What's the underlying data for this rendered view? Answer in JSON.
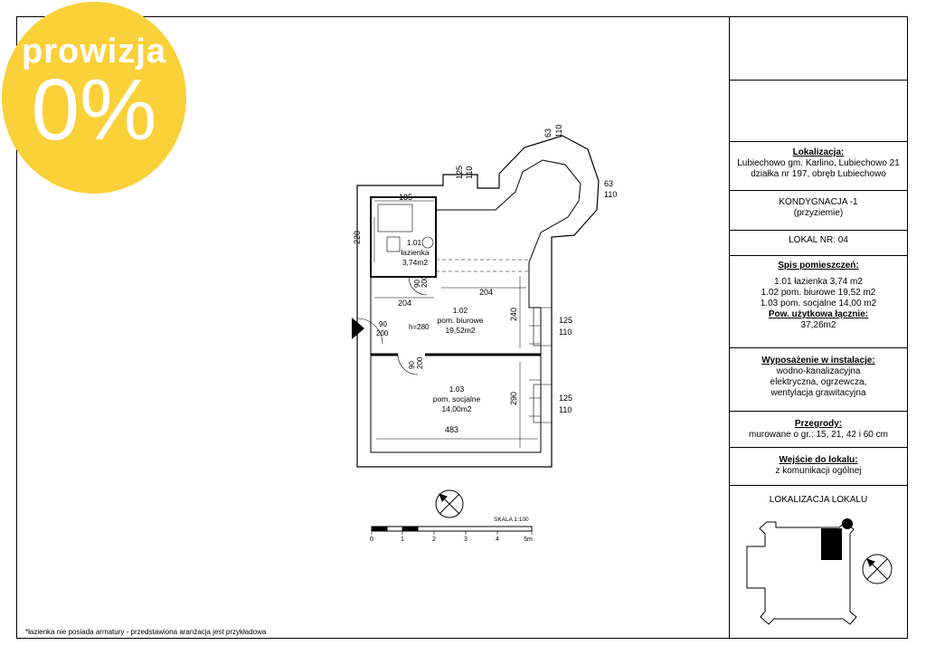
{
  "badge": {
    "line1": "prowizja",
    "line2": "0%"
  },
  "rooms": [
    {
      "id": "1.01",
      "name": "łazienka",
      "area": "3,74m2"
    },
    {
      "id": "1.02",
      "name": "pom. biurowe",
      "area": "19,52m2"
    },
    {
      "id": "1.03",
      "name": "pom. socjalne",
      "area": "14,00m2"
    }
  ],
  "plan": {
    "height": "h=280",
    "dims": {
      "d185": "185",
      "d220": "220",
      "d204a": "204",
      "d204b": "204",
      "d240": "240",
      "d290": "290",
      "d483": "483",
      "d125a": "125",
      "d110a": "110",
      "d63a": "63",
      "d110b": "110",
      "d63b": "63",
      "d110c": "110",
      "d125b": "125",
      "d110d": "110",
      "d125c": "125",
      "d110e": "110"
    },
    "doors": [
      {
        "w": "90",
        "h": "200"
      },
      {
        "w": "90",
        "h": "200"
      },
      {
        "w": "90",
        "h": "200"
      }
    ]
  },
  "scale": {
    "label": "SKALA 1:100",
    "ticks": [
      "0",
      "1",
      "2",
      "3",
      "4",
      "5m"
    ]
  },
  "footnote": "*łazienka nie posiada armatury - przedstawiona aranżacja jest przykładowa",
  "info": {
    "location_title": "Lokalizacja:",
    "location_line1": "Lubiechowo gm. Karlino, Lubiechowo 21",
    "location_line2": "działka nr 197, obręb Lubiechowo",
    "floor_line1": "KONDYGNACJA -1",
    "floor_line2": "(przyziemie)",
    "unit": "LOKAL NR: 04",
    "rooms_title": "Spis pomieszczeń:",
    "rooms_list": [
      "1.01 łazienka 3,74 m2",
      "1.02 pom. biurowe 19,52 m2",
      "1.03 pom. socjalne 14,00 m2"
    ],
    "area_title": "Pow. użytkowa łącznie:",
    "area_value": "37,26m2",
    "install_title": "Wyposażenie w instalacje:",
    "install_list": [
      "wodno-kanalizacyjna",
      "elektryczna, ogrzewcza,",
      "wentylacja grawitacyjna"
    ],
    "walls_title": "Przegrody:",
    "walls_value": "murowane o gr.: 15, 21, 42 i 60 cm",
    "entry_title": "Wejście do lokalu:",
    "entry_value": "z komunikacji ogólnej",
    "map_title": "LOKALIZACJA LOKALU"
  }
}
